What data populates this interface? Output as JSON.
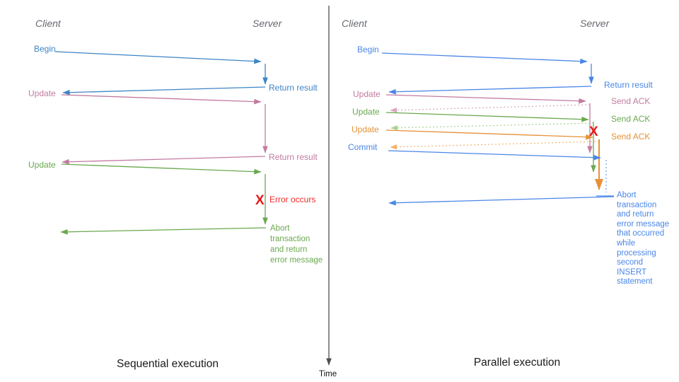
{
  "palette": {
    "blue_left": "#3d85c6",
    "blue_right": "#4a86e8",
    "blue_dotted": "#6d9eeb",
    "pink": "#c27ba0",
    "pink_dotted": "#d5a6bd",
    "green": "#6aa84f",
    "green_dotted": "#a9d18e",
    "orange": "#e69138",
    "orange_dotted": "#f6b26b",
    "red": "#e81717",
    "actor_gray": "#666a70",
    "axis": "#4d4d4d"
  },
  "time_axis": {
    "label": "Time"
  },
  "left": {
    "caption": "Sequential execution",
    "client_label": "Client",
    "server_label": "Server",
    "messages": {
      "begin": "Begin",
      "update1": "Update",
      "update2": "Update"
    },
    "responses": {
      "return1": "Return result",
      "return2": "Return result"
    },
    "error": {
      "x_mark": "X",
      "label": "Error occurs"
    },
    "abort_lines": [
      "Abort",
      "transaction",
      "and return",
      "error message"
    ]
  },
  "right": {
    "caption": "Parallel execution",
    "client_label": "Client",
    "server_label": "Server",
    "messages": {
      "begin": "Begin",
      "update1": "Update",
      "update2": "Update",
      "update3": "Update",
      "commit": "Commit"
    },
    "responses": {
      "return1": "Return result",
      "ack1": "Send ACK",
      "ack2": "Send ACK",
      "ack3": "Send ACK"
    },
    "error": {
      "x_mark": "X"
    },
    "abort_lines": [
      "Abort",
      "transaction",
      "and return",
      "error message",
      "that occurred",
      "while",
      "processing",
      "second",
      "INSERT",
      "statement"
    ]
  }
}
